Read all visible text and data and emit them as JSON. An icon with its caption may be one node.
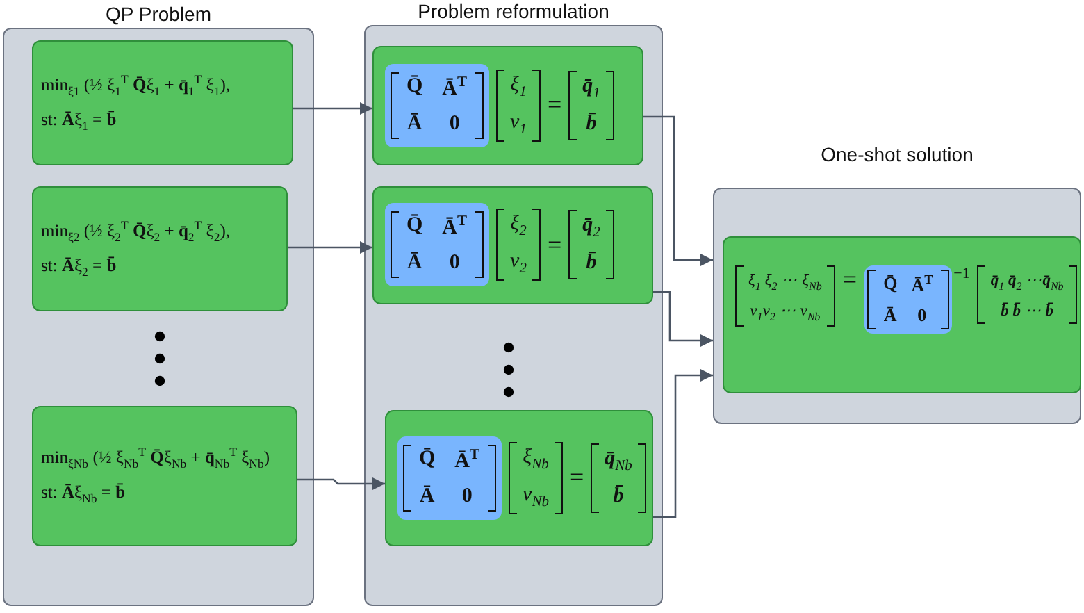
{
  "diagram": {
    "nodes": [
      {
        "text": [
          "QP Problem"
        ]
      },
      {
        "text": [
          "min$_{ξ1}$ (½ ξ$_{1}$$^{T}$ **Q̄**ξ$_{1}$ + **q̄**$_{1}$$^{T}$ ξ$_{1}$),",
          "st: **Ā**ξ$_{1}$ = **b̄**"
        ],
        "in": 0
      },
      {
        "text": [
          "min$_{ξ2}$ (½ ξ$_{2}$$^{T}$ **Q̄**ξ$_{2}$ + **q̄**$_{2}$$^{T}$ ξ$_{2}$),",
          "st: **Ā**ξ$_{2}$ = **b̄**"
        ],
        "in": 0
      },
      {
        "text": [
          "min$_{ξNb}$ (½ ξ$_{Nb}$$^{T}$ **Q̄**ξ$_{Nb}$ + **q̄**$_{Nb}$$^{T}$ ξ$_{Nb}$)",
          "st: **Ā**ξ$_{Nb}$ = **b̄**"
        ],
        "in": 0
      },
      {
        "text": [
          "Problem reformulation"
        ]
      },
      {
        "text": [
          "ξ$_{1}$",
          "ν$_{1}$",
          "=",
          "**q̄**$_{1}$",
          "**b̄**"
        ],
        "in": 4
      },
      {
        "text": [
          "Q̄",
          "Ā$^{T}$",
          "Ā",
          "0"
        ],
        "in": 5
      },
      {
        "text": [
          "ξ$_{2}$",
          "ν$_{2}$",
          "=",
          "**q̄**$_{2}$",
          "**b̄**"
        ],
        "in": 4
      },
      {
        "text": [
          "Q̄",
          "Ā$^{T}$",
          "Ā",
          "0"
        ],
        "in": 7
      },
      {
        "text": [
          "ξ$_{Nb}$",
          "ν$_{Nb}$",
          "=",
          "**q̄**$_{Nb}$",
          "**b̄**"
        ],
        "in": 4
      },
      {
        "text": [
          "Q̄",
          "Ā$^{T}$",
          "Ā",
          "0"
        ],
        "in": 9
      },
      {
        "text": [
          "One-shot solution"
        ]
      },
      {
        "text": [
          "ξ$_{1}$ ξ$_{2}$ ⋯ ξ$_{Nb}$",
          "ν$_{1}$ν$_{2}$ ⋯ ν$_{Nb}$",
          "=",
          "−1",
          "**q̄**$_{1}$ **q̄**$_{2}$ ⋯**q̄**$_{Nb}$",
          "**b̄** **b̄** ⋯ **b̄**"
        ],
        "in": 11
      },
      {
        "text": [
          "Q̄",
          "Ā$^{T}$",
          "Ā",
          "0"
        ],
        "in": 12
      }
    ],
    "edges": [
      {
        "from": 1,
        "to": 5,
        "arrow": "to"
      },
      {
        "from": 2,
        "to": 7,
        "arrow": "to"
      },
      {
        "from": 3,
        "to": 9,
        "arrow": "to"
      },
      {
        "from": 5,
        "to": 11,
        "arrow": "to"
      },
      {
        "from": 7,
        "to": 11,
        "arrow": "to"
      },
      {
        "from": 9,
        "to": 11,
        "arrow": "to"
      }
    ]
  }
}
